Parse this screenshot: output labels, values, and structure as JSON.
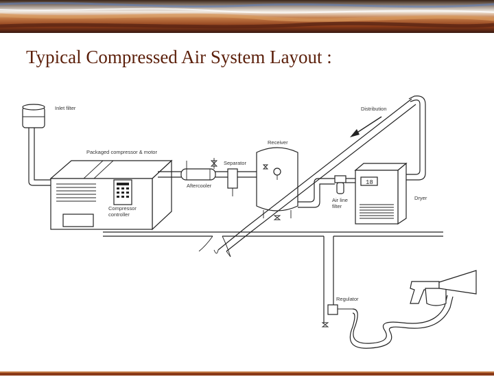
{
  "slide": {
    "title": "Typical Compressed Air System Layout :"
  },
  "colors": {
    "title": "#5b1f0a",
    "banner_dark": "#3a1a12",
    "banner_mid": "#b4602a",
    "banner_light": "#f0e6d8",
    "banner_blue": "#5f7fb8",
    "line": "#222222"
  },
  "diagram": {
    "labels": {
      "inlet_filter": "Inlet filter",
      "distribution": "Distribution",
      "packaged_compressor": "Packaged compressor & motor",
      "receiver": "Receiver",
      "separator": "Separator",
      "aftercooler": "Aftercooler",
      "air_line_filter_1": "Air line",
      "air_line_filter_2": "filter",
      "dryer": "Dryer",
      "compressor_controller_1": "Compressor",
      "compressor_controller_2": "controller",
      "regulator": "Regulator"
    },
    "dryer_display": "18"
  }
}
